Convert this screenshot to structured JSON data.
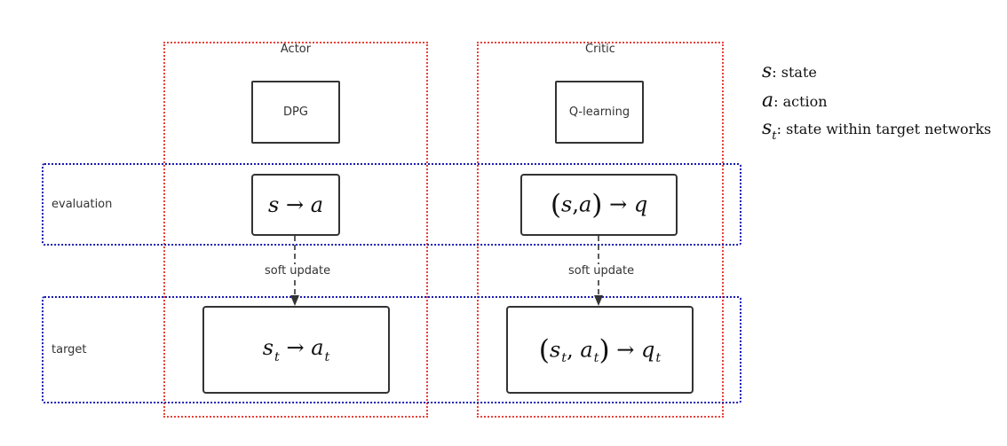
{
  "groups": {
    "actor": {
      "title": "Actor",
      "method": "DPG"
    },
    "critic": {
      "title": "Critic",
      "method": "Q-learning"
    }
  },
  "rows": {
    "evaluation": "evaluation",
    "target": "target"
  },
  "edges": {
    "actor_update": "soft update",
    "critic_update": "soft update"
  },
  "legend": [
    {
      "symbol": "s",
      "sub": "",
      "text": ": state"
    },
    {
      "symbol": "a",
      "sub": "",
      "text": ": action"
    },
    {
      "symbol": "s",
      "sub": "t",
      "text": ": state within target networks"
    }
  ]
}
